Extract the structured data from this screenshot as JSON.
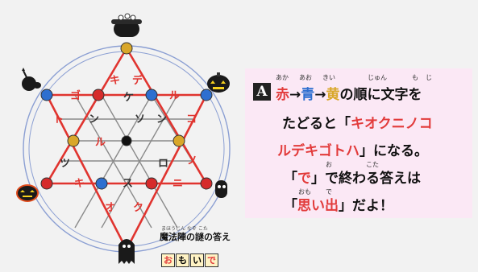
{
  "diagram": {
    "grid_kana": [
      "ケ",
      "ン",
      "ソ",
      "コ",
      "ル",
      "ン",
      "ト",
      "ゴ",
      "ツ",
      "ロ",
      "ス",
      "キ",
      "ニ",
      "ノ",
      "デ",
      "キ",
      "ル",
      "オ",
      "ク"
    ],
    "node_colors": {
      "red": "#d62b2b",
      "blue": "#2e6fd0",
      "yellow": "#d9a72a",
      "black": "#111111"
    },
    "icons": [
      "pot-icon",
      "pumpkin-icon",
      "bat-icon",
      "ghost-icon",
      "skull-icon",
      "candy-icon"
    ]
  },
  "answer": {
    "badge": "A",
    "line1_ruby": [
      "あか",
      "あお",
      "きい",
      "じゅん",
      "も",
      "じ"
    ],
    "line1_colors": [
      "赤",
      "青",
      "黄"
    ],
    "line1_arrow": "→",
    "line1_tail": "の順に文字を",
    "line2_head": "たどると「",
    "line2_red": "キオクニノコ",
    "line3_red": "ルデキゴトハ",
    "line3_tail": "」になる。",
    "line4_ruby": [
      "お",
      "こた"
    ],
    "line4_open": "「",
    "line4_red": "で",
    "line4_tail": "」で終わる答えは",
    "line5_ruby": [
      "おも",
      "で"
    ],
    "line5_open": "「",
    "line5_red": "思い出",
    "line5_tail": "」だよ！"
  },
  "caption": {
    "ruby": "まほうじん なぞ こた",
    "title": "魔法陣の謎の答え",
    "tiles": [
      "お",
      "も",
      "い",
      "で"
    ]
  }
}
